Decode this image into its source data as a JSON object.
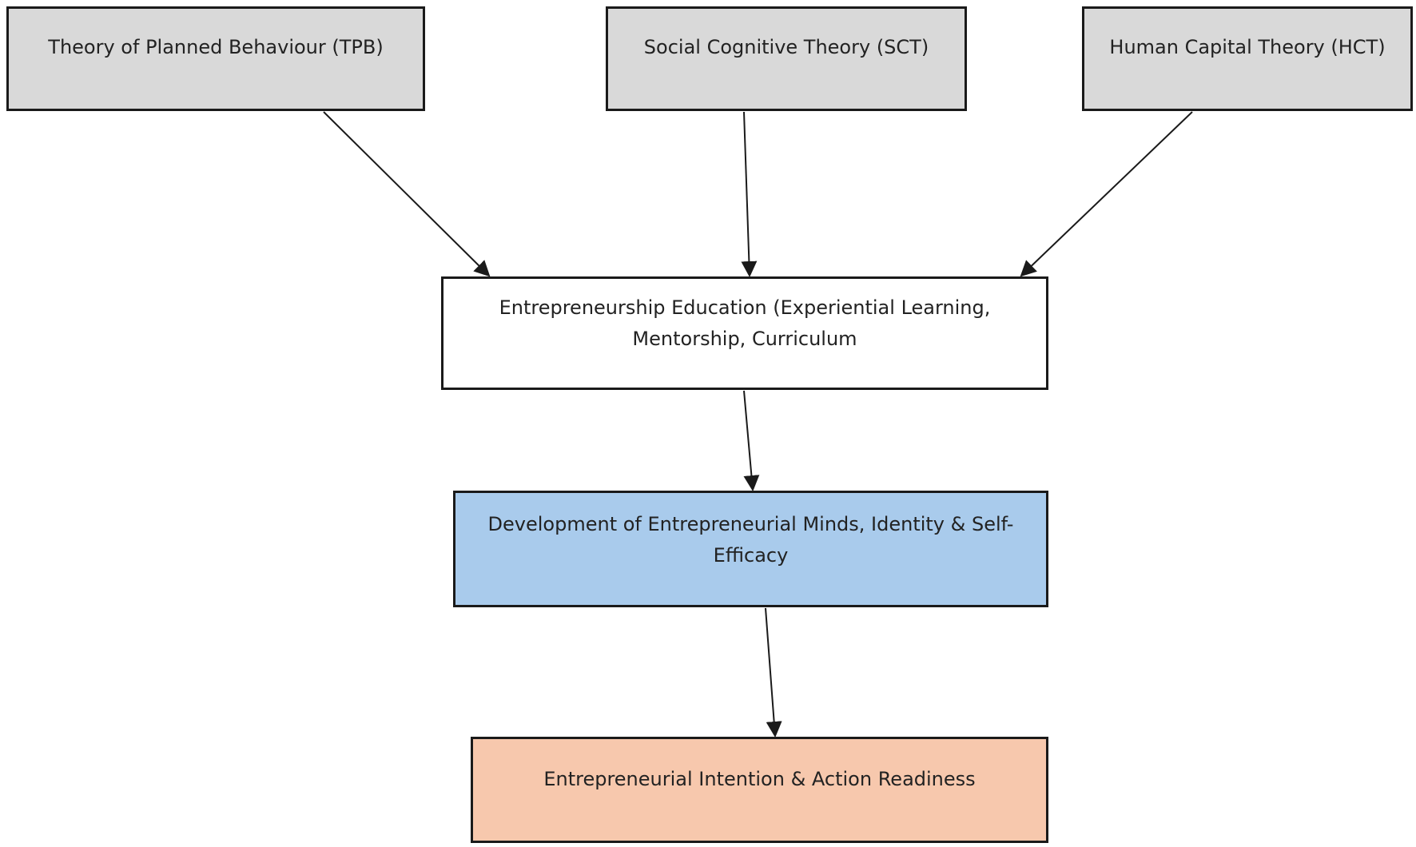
{
  "diagram": {
    "theories": {
      "tpb": "Theory of Planned Behaviour (TPB)",
      "sct": "Social Cognitive Theory (SCT)",
      "hct": "Human Capital Theory (HCT)"
    },
    "education": "Entrepreneurship Education (Experiential Learning, Mentorship, Curriculum",
    "development": "Development of Entrepreneurial Minds, Identity & Self-Efficacy",
    "outcome": "Entrepreneurial Intention & Action Readiness"
  },
  "colors": {
    "theory_fill": "#d9d9d9",
    "education_fill": "#ffffff",
    "development_fill": "#a9cbec",
    "outcome_fill": "#f7c8ad",
    "border": "#1a1a1a"
  }
}
